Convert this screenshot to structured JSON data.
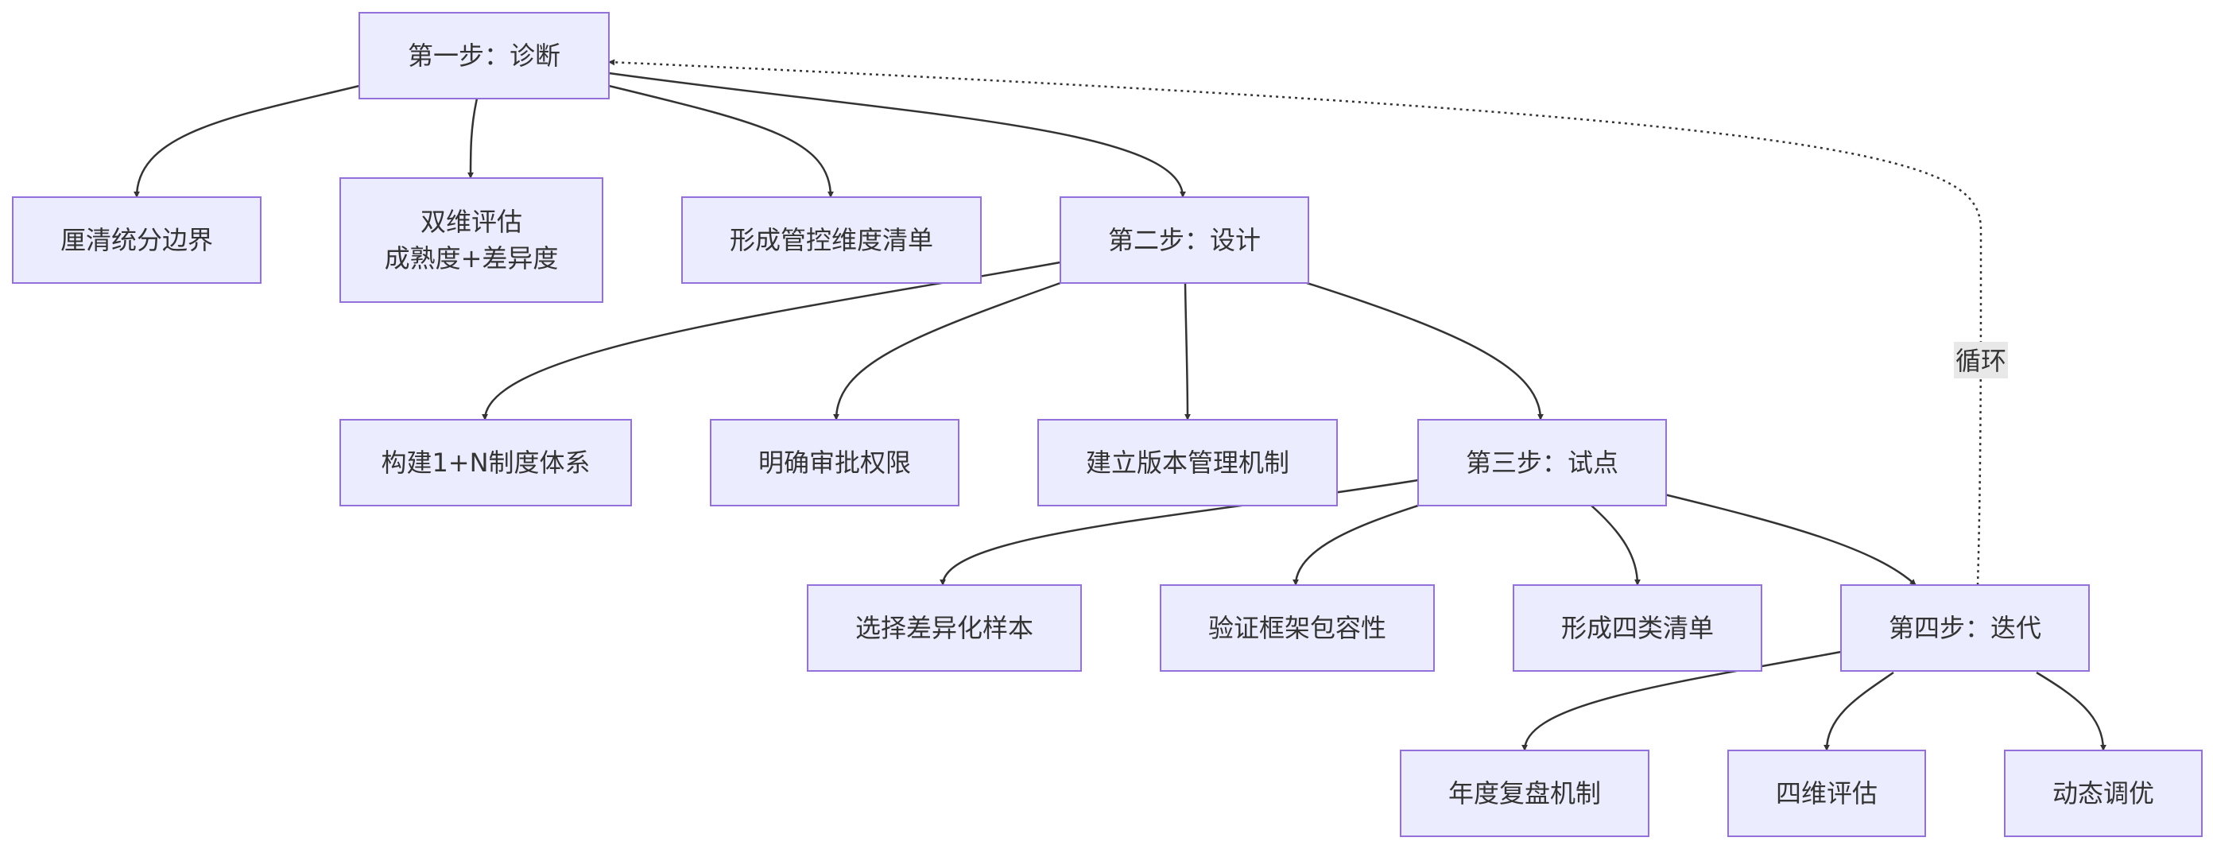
{
  "nodes": {
    "step1": "第一步：诊断",
    "boundary": "厘清统分边界",
    "dual_eval_line1": "双维评估",
    "dual_eval_line2": "成熟度+差异度",
    "control_list": "形成管控维度清单",
    "step2": "第二步：设计",
    "system": "构建1+N制度体系",
    "approval": "明确审批权限",
    "version": "建立版本管理机制",
    "step3": "第三步：试点",
    "sample": "选择差异化样本",
    "verify": "验证框架包容性",
    "four_list": "形成四类清单",
    "step4": "第四步：迭代",
    "annual": "年度复盘机制",
    "four_eval": "四维评估",
    "tuning": "动态调优"
  },
  "edge_labels": {
    "loop": "循环"
  }
}
